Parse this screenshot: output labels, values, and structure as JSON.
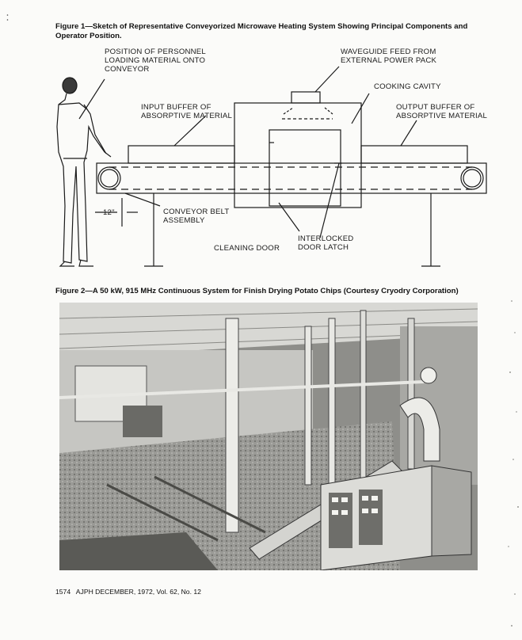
{
  "figure1": {
    "caption": "Figure 1—Sketch of Representative Conveyorized Microwave Heating System Showing Principal Components and Operator Position.",
    "labels": {
      "personnel": "POSITION OF PERSONNEL\nLOADING MATERIAL ONTO\nCONVEYOR",
      "waveguide": "WAVEGUIDE FEED FROM\nEXTERNAL POWER PACK",
      "cavity": "COOKING CAVITY",
      "input_buffer": "INPUT BUFFER OF\nABSORPTIVE MATERIAL",
      "output_buffer": "OUTPUT BUFFER OF\nABSORPTIVE MATERIAL",
      "dimension": "12\"",
      "conveyor": "CONVEYOR BELT\nASSEMBLY",
      "interlock": "INTERLOCKED\nDOOR LATCH",
      "cleaning_door": "CLEANING DOOR"
    }
  },
  "figure2": {
    "caption": "Figure 2—A 50 kW, 915 MHz Continuous System for Finish Drying Potato Chips (Courtesy Cryodry Corporation)"
  },
  "footer": {
    "text": "1574   AJPH DECEMBER, 1972, Vol. 62, No. 12"
  }
}
